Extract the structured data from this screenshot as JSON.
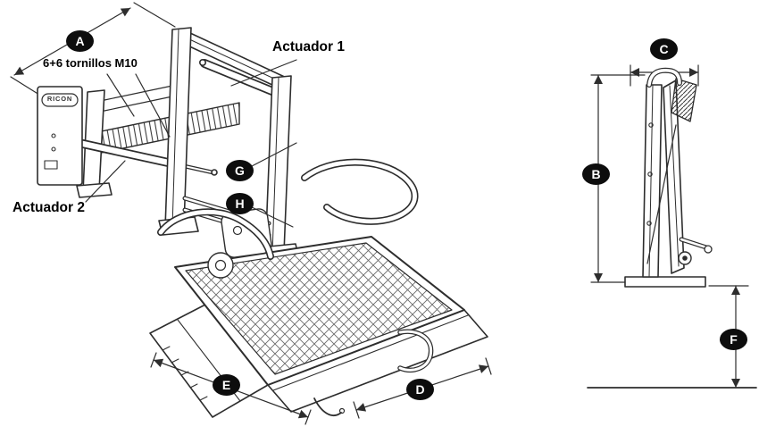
{
  "diagram": {
    "type": "technical-line-drawing",
    "subject": "Wheelchair platform lift dimensional drawing: isometric deployed view and stowed side view",
    "background": "#ffffff",
    "line_color": "#2d2d2d",
    "badge_bg": "#0d0d0d",
    "badge_fg": "#ffffff"
  },
  "labels": {
    "actuator1": "Actuador 1",
    "actuator2": "Actuador 2",
    "bolts_note": "6+6 tornillos M10",
    "brand": "RICON"
  },
  "dimension_labels": {
    "A": "A",
    "B": "B",
    "C": "C",
    "D": "D",
    "E": "E",
    "F": "F",
    "G": "G",
    "H": "H"
  }
}
